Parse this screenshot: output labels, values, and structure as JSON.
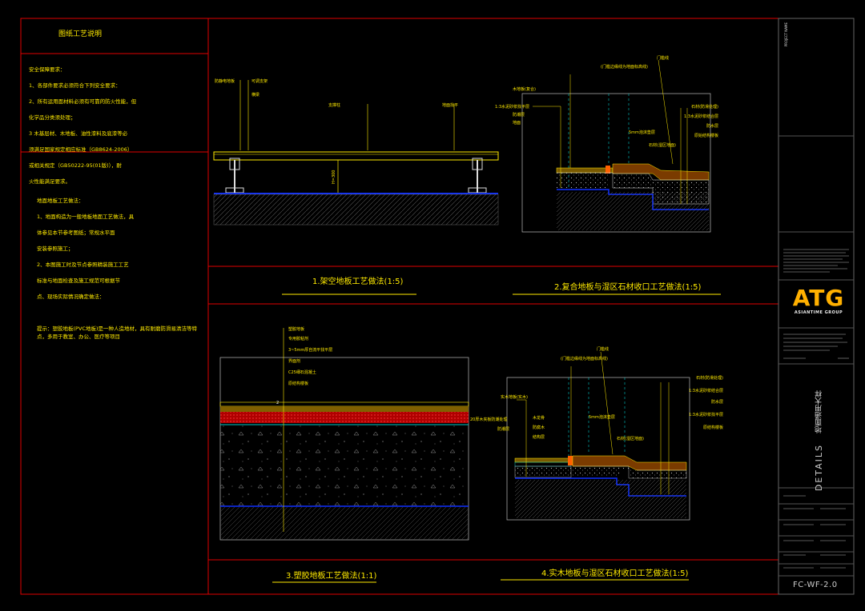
{
  "notes": {
    "title": "图纸工艺说明",
    "safety_title": "安全保障要求：",
    "safety_lines": [
      "1、各部件要求必须符合下列安全要求：",
      "2、所有运用面材料必须有可靠的防火性能，但",
      "   化学品分类须处理；",
      "3   木基层材、木地板、油性漆料及底漆等必",
      "   须满足国家规定相应标准（GB8624-2006）",
      "   或相关规定（GB50222-95(01版)），耐",
      "   火性能满足要求。"
    ],
    "floor_title": "地面地板工艺做法：",
    "floor_lines": [
      "1、地面构造为一般地板地面工艺做法，具",
      "   体参见本节参考图纸；常规水平面",
      "   安装参照施工；",
      "2、本图施工时及节点参照精装施工工艺",
      "   标准与地面检查及施工规范可根据节",
      "   点、现场实际情况确定做法："
    ],
    "pvc_line": "提示：塑胶地板(PVC地板)是一种人造地材，具有耐磨防滑易清洁等特点，多用于教室、办公、医疗等项目"
  },
  "captions": {
    "d1": "1.架空地板工艺做法(1:5)",
    "d2": "2.复合地板与湿区石材收口工艺做法(1:5)",
    "d3": "3.塑胶地板工艺做法(1:1)",
    "d4": "4.实木地板与湿区石材收口工艺做法(1:5)"
  },
  "d1_labels": [
    "防静电地板",
    "可调支架",
    "横梁",
    "支撑柱",
    "地面找平"
  ],
  "d1_dim": "H=300",
  "d2_labels": {
    "top": [
      "门槛线",
      "(门槛边缘线为地面标高线)"
    ],
    "left": [
      "木地板(复合)",
      "1:3水泥砂浆找平层",
      "防潮层",
      "地面"
    ],
    "mid": [
      "5mm泡沫垫层",
      "石材(湿区地面)"
    ],
    "right": [
      "石材(防滑处理)",
      "1:3水泥砂浆结合层",
      "防水层",
      "原始结构楼板"
    ]
  },
  "d3_labels": [
    "塑胶地板",
    "专用胶粘剂",
    "3~5mm厚自流平找平层",
    "界面剂",
    "C25细石混凝土",
    "原结构楼板"
  ],
  "d4_labels": {
    "top": [
      "门槛线",
      "(门槛边缘线为地面标高线)"
    ],
    "left": [
      "实木地板(实木)",
      "20厚木夹板防潮处理",
      "防潮层"
    ],
    "mid": [
      "木龙骨",
      "防腐木",
      "结构层",
      "5mm泡沫垫层",
      "石材(湿区地面)"
    ],
    "right": [
      "石材(防滑处理)",
      "1:3水泥砂浆结合层",
      "防水层",
      "1:3水泥砂浆找平层",
      "原结构楼板"
    ]
  },
  "title_block": {
    "project_label": "PROJECT NAME",
    "logo": "ATG",
    "logo_sub": "ASIANTIME GROUP",
    "drawing_name_cn": "地面通用大样",
    "drawing_name_en": "DETAILS",
    "drawing_no": "FC-WF-2.0"
  },
  "colors": {
    "frame_red": "#e00000",
    "yellow": "#ffea00",
    "cyan": "#00c8c8",
    "blue": "#1030ff",
    "logo": "#ffb000"
  }
}
